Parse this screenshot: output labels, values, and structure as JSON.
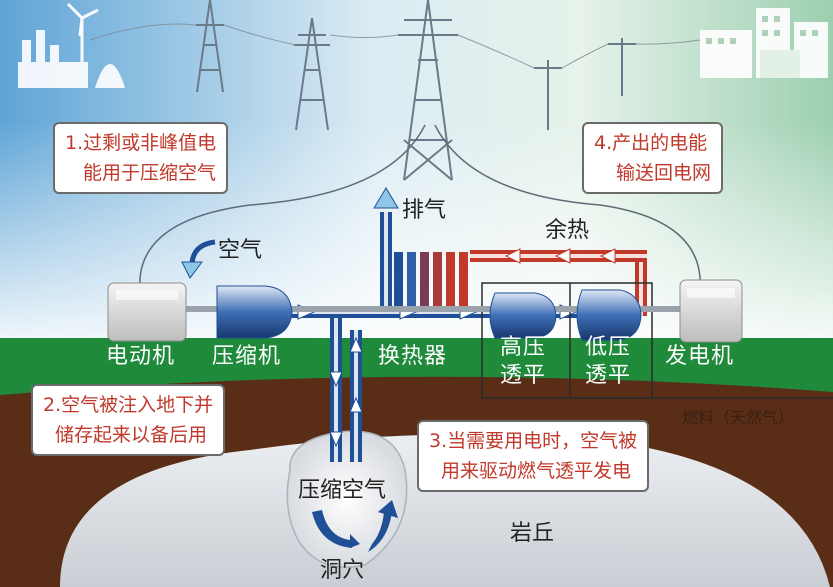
{
  "notes": {
    "step1": [
      "1.过剩或非峰值电",
      "能用于压缩空气"
    ],
    "step2": [
      "2.空气被注入地下并",
      "储存起来以备后用"
    ],
    "step3": [
      "3.当需要用电时，空气被",
      "用来驱动燃气透平发电"
    ],
    "step4": [
      "4.产出的电能",
      "输送回电网"
    ]
  },
  "labels": {
    "exhaust": "排气",
    "waste_heat": "余热",
    "air": "空气",
    "motor": "电动机",
    "compressor": "压缩机",
    "heat_exchanger": "换热器",
    "hp_turbine": [
      "高压",
      "透平"
    ],
    "lp_turbine": [
      "低压",
      "透平"
    ],
    "generator": "发电机",
    "fuel": "燃料（天然气）",
    "compressed_air": "压缩空气",
    "cavern": "洞穴",
    "rock_dome": "岩丘"
  },
  "colors": {
    "ground": "#1e8a3a",
    "earth": "#5a2d17",
    "sky_blue": "#5ea4d6",
    "sky_green": "#9ccfb0",
    "cold_pipe": "#1f4f96",
    "hot_pipe": "#c0392b",
    "note_text": "#c0392b"
  }
}
